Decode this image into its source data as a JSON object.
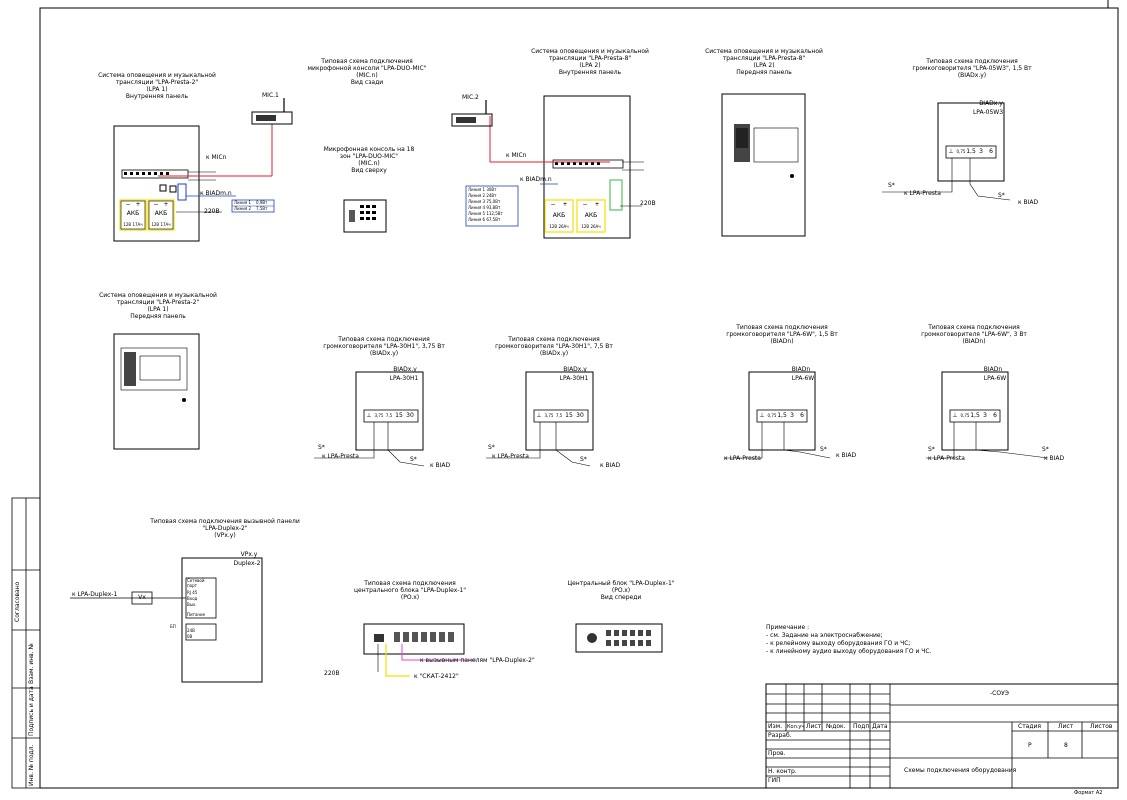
{
  "sheet": {
    "format_label": "Формат А2"
  },
  "side_stamp": {
    "agreed": "Согласовано",
    "inv_replace": "Взам. инв. №",
    "sign_date": "Подпись и дата",
    "inv_orig": "Инв. № подл."
  },
  "titles": {
    "lpa1_inner": "Система оповещения и музыкальной\nтрансляции \"LPA-Presta-2\"\n(LPA 1)\nВнутренняя панель",
    "mic_back": "Типовая схема подключения\nмикрофонной консоли \"LPA-DUO-MIC\"\n(MIC.n)\nВид сзади",
    "mic_top": "Микрофонная консоль на 18\nзон \"LPA-DUO-MIC\"\n(MIC.n)\nВид сверху",
    "lpa2_inner": "Система оповещения и музыкальной\nтрансляции \"LPA-Presta-8\"\n(LPA 2)\nВнутренняя панель",
    "lpa2_front": "Система оповещения и музыкальной\nтрансляции \"LPA-Presta-8\"\n(LPA 2)\nПередняя панель",
    "spk_05w3": "Типовая схема подключения\nгромкоговорителя \"LPA-05W3\", 1,5 Вт\n(BIADх.у)",
    "lpa1_front": "Система оповещения и музыкальной\nтрансляции \"LPA-Presta-2\"\n(LPA 1)\nПередняя панель",
    "spk_30h1_a": "Типовая схема подключения\nгромкоговорителя \"LPA-30Н1\", 3,75 Вт\n(BIADх.у)",
    "spk_30h1_b": "Типовая схема подключения\nгромкоговорителя \"LPA-30Н1\", 7,5 Вт\n(BIADх.у)",
    "spk_6w_a": "Типовая схема подключения\nгромкоговорителя \"LPA-6W\", 1,5 Вт\n(BIADn)",
    "spk_6w_b": "Типовая схема подключения\nгромкоговорителя \"LPA-6W\", 3 Вт\n(BIADn)",
    "duplex2": "Типовая схема подключения вызывной панели\n\"LPA-Duplex-2\"\n(VPх.у)",
    "duplex1_conn": "Типовая схема подключения\nцентрального блока \"LPA-Duplex-1\"\n(PO.х)",
    "duplex1_front": "Центральный блок \"LPA-Duplex-1\"\n(PO.х)\nВид спереди"
  },
  "labels": {
    "mic1": "MIC.1",
    "mic2": "MIC.2",
    "k_micn": "к MICn",
    "k_biadmn": "к BIADm.n",
    "v220": "220В",
    "line1_txt": "Линия 1",
    "line2_txt": "Линия 2",
    "line1_val": "0,9Вт",
    "line2_val": "7,5Вт",
    "akb": "АКБ",
    "akb1_spec": "12В 17Ач",
    "akb2_spec": "12В 26Ач",
    "plus": "+",
    "minus": "−",
    "lines8": [
      "Линия 1 30Вт",
      "Линия 2 24Вт",
      "Линия 3 75,0Вт",
      "Линия 4 93,8Вт",
      "Линия 5 112,5Вт",
      "Линия 6 67,5Вт"
    ],
    "biadxy": "BIADх.у",
    "biadn": "BIADn",
    "lpa05w3": "LPA-05W3",
    "lpa30h1": "LPA-30Н1",
    "lpa6w": "LPA-6W",
    "taps_05w3": [
      "⊥",
      "0,75",
      "1,5",
      "3",
      "6"
    ],
    "taps_30h1": [
      "⊥",
      "3,75",
      "7,5",
      "15",
      "30"
    ],
    "taps_6w": [
      "⊥",
      "0,75",
      "1,5",
      "3",
      "6"
    ],
    "s_star": "S*",
    "k_presta": "к LPA-Presta",
    "k_biad": "к BIAD",
    "vpxy": "VPх.у",
    "duplex2": "Duplex-2",
    "k_duplex1": "к LPA-Duplex-1",
    "vx": "Vx",
    "setevoy": "Сетевой\nпорт",
    "rj45": "RJ 45",
    "vkhod": "Вход",
    "vykh": "Вых.",
    "pitanie": "Питание",
    "bp": "БП",
    "v24": "24В",
    "v0": "0В",
    "k_panels": "к вызывным панелям \"LPA-Duplex-2\"",
    "k_skat": "к \"СКАТ-2412\"",
    "v220b": "220В"
  },
  "notes": {
    "head": "Примечание :",
    "l1": "- см. Задание на электроснабжение;",
    "l2": "- к релейному выходу оборудования ГО и ЧС;",
    "l3": "- к линейному аудио выходу оборудования ГО и ЧС."
  },
  "stamp": {
    "code": "-СОУЭ",
    "izm": "Изм.",
    "kol": "Кол.уч",
    "list": "Лист",
    "ndok": "№док.",
    "podp": "Подп.",
    "data": "Дата",
    "razrab": "Разраб.",
    "prov": "Пров.",
    "nkontr": "Н. контр.",
    "gip": "ГИП",
    "stadiya": "Стадия",
    "list2": "Лист",
    "listov": "Листов",
    "stage_val": "Р",
    "sheet_val": "8",
    "doc_title": "Схемы подключения оборудования"
  },
  "colors": {
    "red": "#e0212b",
    "blue": "#1f3fbf",
    "yellow": "#f5e100",
    "magenta": "#e040e0",
    "green": "#39b54a"
  }
}
